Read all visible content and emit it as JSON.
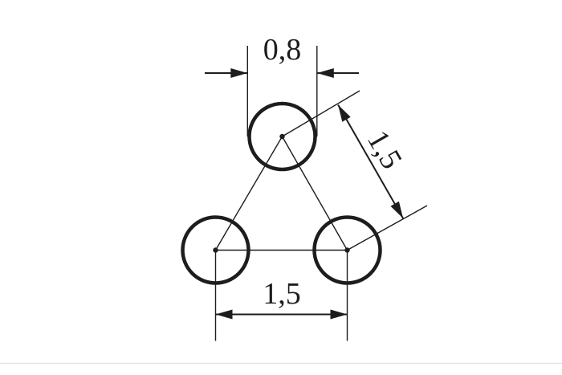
{
  "figure": {
    "type": "technical-drawing",
    "background": "#ffffff",
    "line_color": "#1d1d1b",
    "hairline_color": "#e4e4e4",
    "dimensions": {
      "hole_diameter": {
        "label": "0,8",
        "value": 0.8
      },
      "pitch_diagonal": {
        "label": "1,5",
        "value": 1.5
      },
      "pitch_horizontal": {
        "label": "1,5",
        "value": 1.5
      }
    },
    "holes_count": 3
  }
}
